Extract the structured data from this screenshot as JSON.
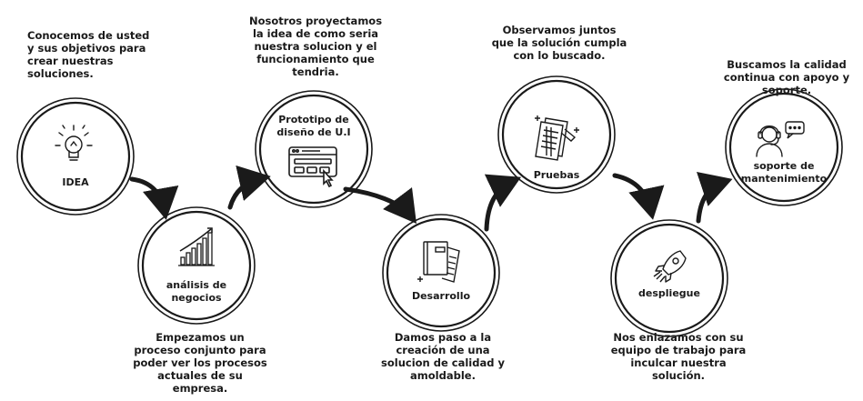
{
  "steps": [
    {
      "label": "IDEA",
      "icon": "lightbulb-icon",
      "description": "Conocemos de usted\ny sus objetivos para\ncrear nuestras\nsoluciones."
    },
    {
      "label": "análisis de\nnegocios",
      "icon": "growth-chart-icon",
      "description": "Empezamos un\nproceso conjunto para\npoder ver los procesos\nactuales de su\nempresa."
    },
    {
      "label": "Prototipo de\ndiseño de U.I",
      "icon": "browser-window-icon",
      "description": "Nosotros proyectamos\nla idea de como seria\nnuestra solucion y el\nfuncionamiento que\ntendria."
    },
    {
      "label": "Desarrollo",
      "icon": "documents-icon",
      "description": "Damos paso a la\ncreación de una\nsolucion de calidad y\namoldable."
    },
    {
      "label": "Pruebas",
      "icon": "checklist-icon",
      "description": "Observamos juntos\nque la solución cumpla\ncon lo buscado."
    },
    {
      "label": "despliegue",
      "icon": "rocket-icon",
      "description": "Nos enlazamos con su\nequipo de trabajo para\ninculcar nuestra\nsolución."
    },
    {
      "label": "soporte de\nmantenimiento",
      "icon": "headset-agent-icon",
      "description": "Buscamos la calidad\ncontinua con apoyo y\nsoporte."
    }
  ],
  "colors": {
    "stroke": "#1a1a1a",
    "background": "#ffffff",
    "text": "#1a1a1a"
  }
}
